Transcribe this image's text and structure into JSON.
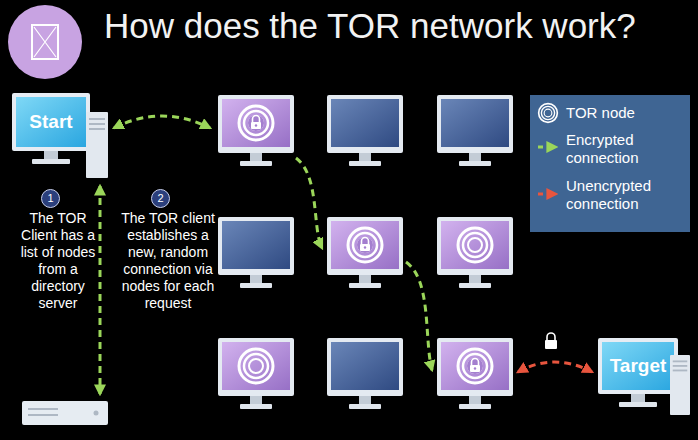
{
  "diagram": {
    "title": "How does the TOR network work?",
    "nodes": [
      {
        "text": [
          "Start"
        ]
      },
      {
        "text": [
          "Target"
        ]
      }
    ],
    "labels": [
      "1",
      "The TOR Client has a list of nodes from a directory server",
      "2",
      "The TOR client establishes a new, random connection via nodes for each request"
    ],
    "legend": [
      {
        "text": "TOR node"
      },
      {
        "text": "Encrypted connection"
      },
      {
        "text": "Unencrypted connection"
      }
    ]
  }
}
